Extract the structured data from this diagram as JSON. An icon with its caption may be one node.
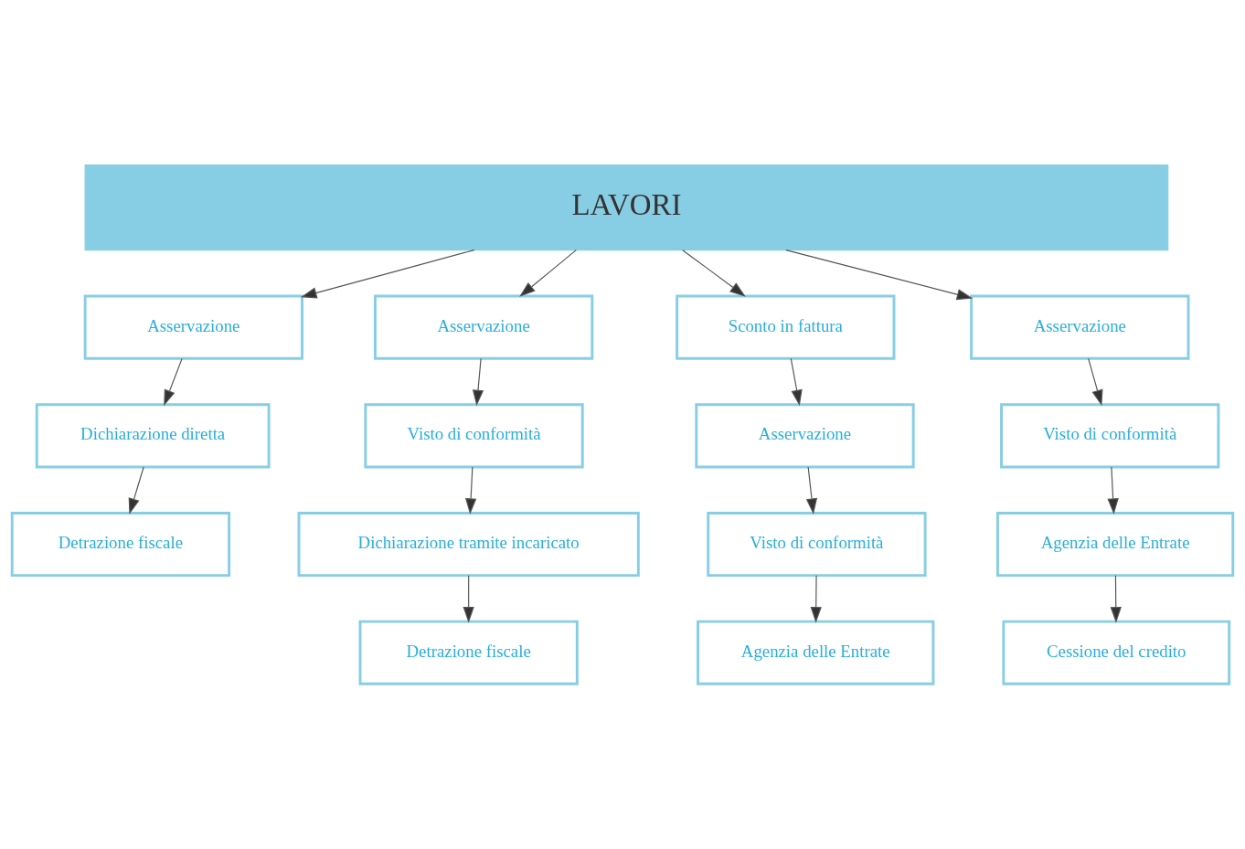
{
  "diagram": {
    "nodes": [
      {
        "text": [
          "LAVORI"
        ]
      },
      {
        "text": [
          "Asservazione"
        ]
      },
      {
        "text": [
          "Dichiarazione diretta"
        ]
      },
      {
        "text": [
          "Detrazione fiscale"
        ]
      },
      {
        "text": [
          "Asservazione"
        ]
      },
      {
        "text": [
          "Visto di conformità"
        ]
      },
      {
        "text": [
          "Dichiarazione tramite incaricato"
        ]
      },
      {
        "text": [
          "Detrazione fiscale"
        ]
      },
      {
        "text": [
          "Sconto in fattura"
        ]
      },
      {
        "text": [
          "Asservazione"
        ]
      },
      {
        "text": [
          "Visto di conformità"
        ]
      },
      {
        "text": [
          "Agenzia delle Entrate"
        ]
      },
      {
        "text": [
          "Asservazione"
        ]
      },
      {
        "text": [
          "Visto di conformità"
        ]
      },
      {
        "text": [
          "Agenzia delle Entrate"
        ]
      },
      {
        "text": [
          "Cessione del credito"
        ]
      }
    ],
    "edges": [
      {
        "from": 0,
        "to": 1,
        "arrow": "to"
      },
      {
        "from": 0,
        "to": 4,
        "arrow": "to"
      },
      {
        "from": 0,
        "to": 8,
        "arrow": "to"
      },
      {
        "from": 0,
        "to": 12,
        "arrow": "to"
      },
      {
        "from": 1,
        "to": 2,
        "arrow": "to"
      },
      {
        "from": 2,
        "to": 3,
        "arrow": "to"
      },
      {
        "from": 4,
        "to": 5,
        "arrow": "to"
      },
      {
        "from": 5,
        "to": 6,
        "arrow": "to"
      },
      {
        "from": 6,
        "to": 7,
        "arrow": "to"
      },
      {
        "from": 8,
        "to": 9,
        "arrow": "to"
      },
      {
        "from": 9,
        "to": 10,
        "arrow": "to"
      },
      {
        "from": 10,
        "to": 11,
        "arrow": "to"
      },
      {
        "from": 12,
        "to": 13,
        "arrow": "to"
      },
      {
        "from": 13,
        "to": 14,
        "arrow": "to"
      },
      {
        "from": 14,
        "to": 15,
        "arrow": "to"
      }
    ]
  }
}
